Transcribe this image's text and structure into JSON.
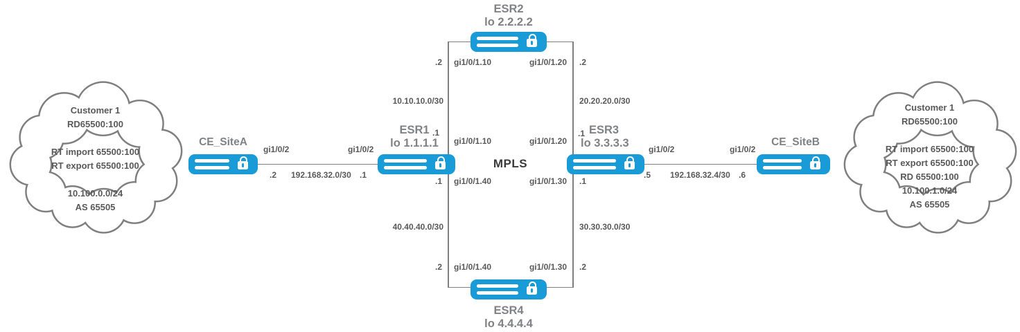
{
  "mpls": {
    "label": "MPLS"
  },
  "clouds": {
    "left": {
      "lines": [
        "Customer 1",
        "RD65500:100",
        "",
        "RT import 65500:100",
        "RT export 65500:100",
        "",
        "10.100.0.0/24",
        "AS 65505"
      ]
    },
    "right": {
      "lines": [
        "Customer 1",
        "RD65500:100",
        "",
        "RT import 65500:100",
        "RT export 65500:100",
        "RD 65500:100",
        "10.100.1.0/24",
        "AS 65505"
      ]
    }
  },
  "routers": {
    "ce_site_a": {
      "name": "CE_SiteA"
    },
    "ce_site_b": {
      "name": "CE_SiteB"
    },
    "esr1": {
      "name": "ESR1",
      "loopback": "lo 1.1.1.1"
    },
    "esr2": {
      "name": "ESR2",
      "loopback": "lo 2.2.2.2"
    },
    "esr3": {
      "name": "ESR3",
      "loopback": "lo 3.3.3.3"
    },
    "esr4": {
      "name": "ESR4",
      "loopback": "lo 4.4.4.4"
    }
  },
  "links": {
    "ce_a_esr1": {
      "if_ce": "gi1/0/2",
      "addr_ce": ".2",
      "network": "192.168.32.0/30",
      "if_esr": "gi1/0/2",
      "addr_esr": ".1"
    },
    "esr3_ce_b": {
      "if_esr": "gi1/0/2",
      "addr_esr": ".5",
      "network": "192.168.32.4/30",
      "if_ce": "gi1/0/2",
      "addr_ce": ".6"
    },
    "esr1_esr2": {
      "network": "10.10.10.0/30",
      "if_esr1": "gi1/0/1.10",
      "addr_esr1": ".1",
      "if_esr2": "gi1/0/1.10",
      "addr_esr2": ".2"
    },
    "esr2_esr3": {
      "network": "20.20.20.0/30",
      "if_esr2": "gi1/0/1.20",
      "addr_esr2": ".2",
      "if_esr3": "gi1/0/1.20",
      "addr_esr3": ".1"
    },
    "esr3_esr4": {
      "network": "30.30.30.0/30",
      "if_esr3": "gi1/0/1.30",
      "addr_esr3": ".1",
      "if_esr4": "gi1/0/1.30",
      "addr_esr4": ".2"
    },
    "esr4_esr1": {
      "network": "40.40.40.0/30",
      "if_esr4": "gi1/0/1.40",
      "addr_esr4": ".2",
      "if_esr1": "gi1/0/1.40",
      "addr_esr1": ".1"
    }
  },
  "colors": {
    "router_blue": "#189bd7",
    "line_gray": "#7f7f7f",
    "label_gray": "#595959",
    "name_gray": "#808285",
    "mpls_text": "#3a3a3a"
  }
}
